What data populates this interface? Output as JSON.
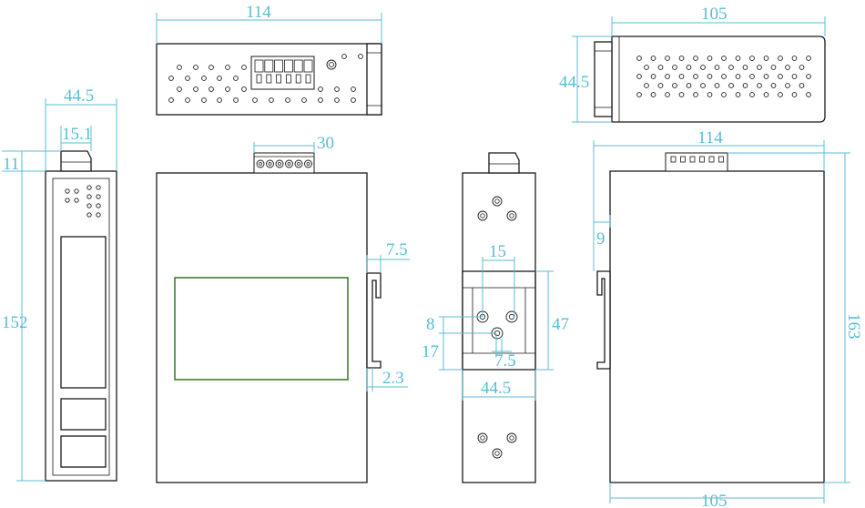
{
  "colors": {
    "outline": "#1a1a1a",
    "dimension": "#5bbcd3",
    "screen_border": "#3d7d2f",
    "background": "#ffffff"
  },
  "dimensions": {
    "top_view_width": "114",
    "top_right_width": "105",
    "top_right_height": "44.5",
    "side_width": "44.5",
    "side_connector_width": "15.1",
    "side_connector_height": "11",
    "side_height": "152",
    "front_terminal_width": "30",
    "front_rail_offset": "7.5",
    "front_rail_gap": "2.3",
    "rear_hole_spacing": "15",
    "rear_rail_height": "47",
    "rear_hole_offset_top": "8",
    "rear_hole_offset_bottom": "17",
    "rear_hole_center": "7.5",
    "rear_width": "44.5",
    "right_width_top": "114",
    "right_rail_offset": "9",
    "right_height": "163",
    "right_width_bottom": "105"
  }
}
